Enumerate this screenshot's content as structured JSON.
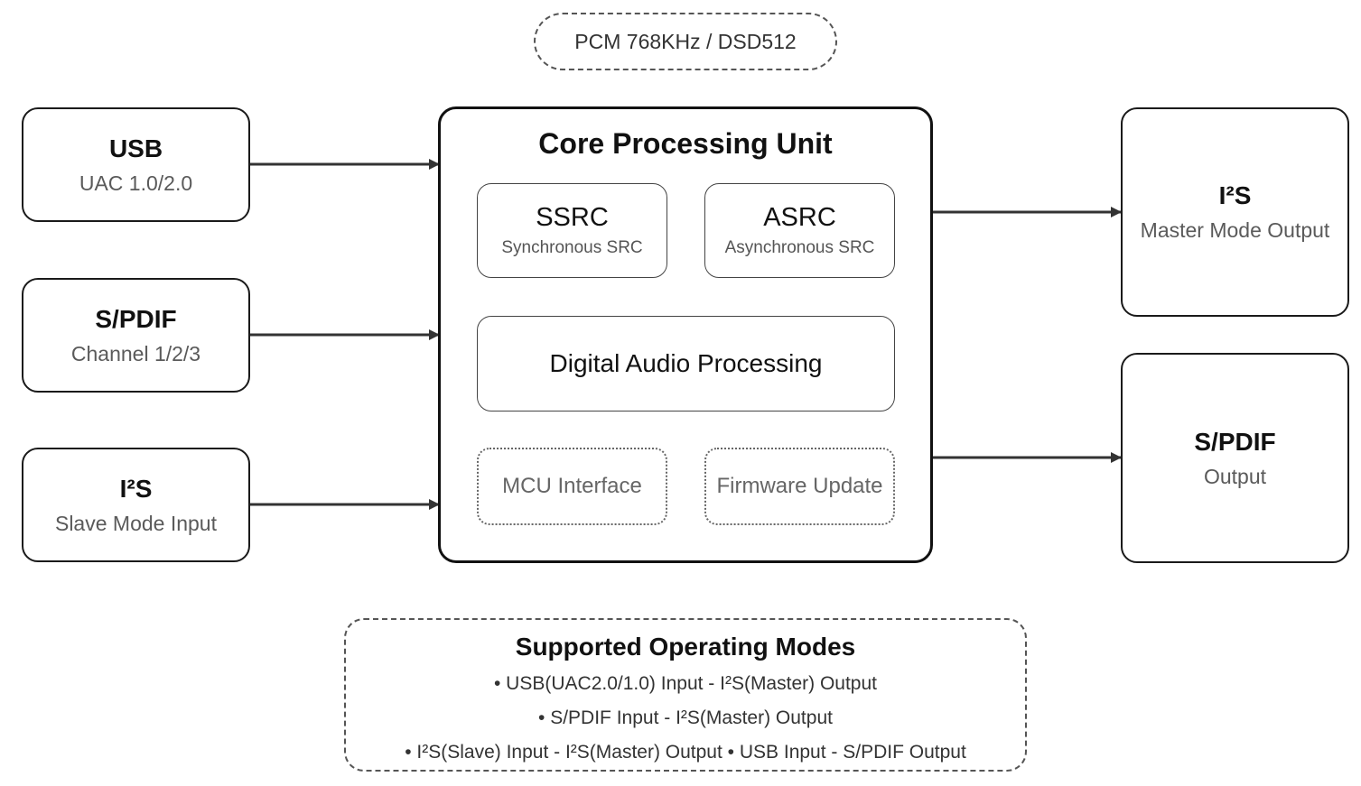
{
  "top_badge": "PCM 768KHz / DSD512",
  "inputs": [
    {
      "title": "USB",
      "subtitle": "UAC 1.0/2.0"
    },
    {
      "title": "S/PDIF",
      "subtitle": "Channel 1/2/3"
    },
    {
      "title": "I²S",
      "subtitle": "Slave Mode Input"
    }
  ],
  "core": {
    "title": "Core Processing Unit",
    "ssrc": {
      "title": "SSRC",
      "subtitle": "Synchronous SRC"
    },
    "asrc": {
      "title": "ASRC",
      "subtitle": "Asynchronous SRC"
    },
    "dap": "Digital Audio Processing",
    "mcu": "MCU Interface",
    "firmware": "Firmware Update"
  },
  "outputs": [
    {
      "title": "I²S",
      "subtitle": "Master Mode Output"
    },
    {
      "title": "S/PDIF",
      "subtitle": "Output"
    }
  ],
  "modes": {
    "title": "Supported Operating Modes",
    "lines": [
      "• USB(UAC2.0/1.0) Input - I²S(Master) Output",
      "• S/PDIF Input - I²S(Master) Output",
      "• I²S(Slave) Input - I²S(Master) Output • USB Input - S/PDIF Output"
    ]
  }
}
